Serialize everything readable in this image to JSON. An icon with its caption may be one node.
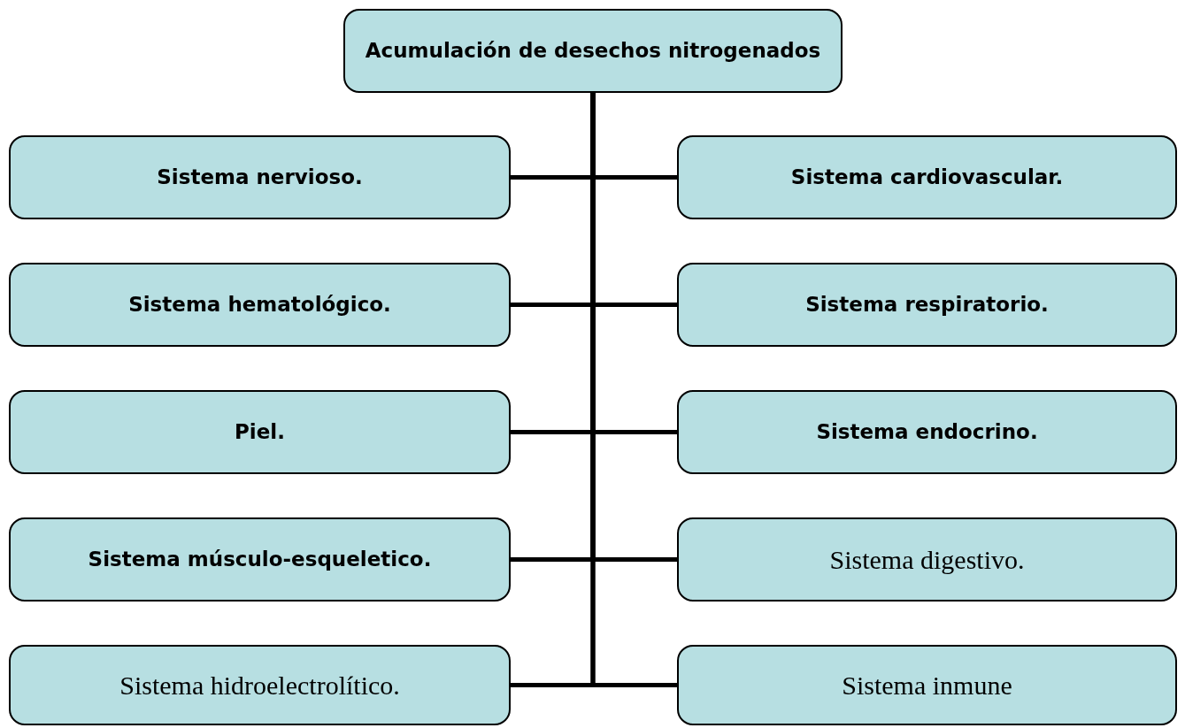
{
  "diagram": {
    "nodes": [
      {
        "text": [
          "Acumulación de desechos nitrogenados"
        ]
      },
      {
        "text": [
          "Sistema nervioso."
        ]
      },
      {
        "text": [
          "Sistema cardiovascular."
        ]
      },
      {
        "text": [
          "Sistema hematológico."
        ]
      },
      {
        "text": [
          "Sistema respiratorio."
        ]
      },
      {
        "text": [
          "Piel."
        ]
      },
      {
        "text": [
          "Sistema endocrino."
        ]
      },
      {
        "text": [
          "Sistema músculo-esqueletico."
        ]
      },
      {
        "text": [
          "Sistema digestivo."
        ]
      },
      {
        "text": [
          "Sistema hidroelectrolítico."
        ]
      },
      {
        "text": [
          "Sistema inmune"
        ]
      }
    ],
    "edges": [
      {
        "from": 0,
        "to": 1,
        "arrow": "none"
      },
      {
        "from": 0,
        "to": 2,
        "arrow": "none"
      },
      {
        "from": 0,
        "to": 3,
        "arrow": "none"
      },
      {
        "from": 0,
        "to": 4,
        "arrow": "none"
      },
      {
        "from": 0,
        "to": 5,
        "arrow": "none"
      },
      {
        "from": 0,
        "to": 6,
        "arrow": "none"
      },
      {
        "from": 0,
        "to": 7,
        "arrow": "none"
      },
      {
        "from": 0,
        "to": 8,
        "arrow": "none"
      },
      {
        "from": 0,
        "to": 9,
        "arrow": "none"
      },
      {
        "from": 0,
        "to": 10,
        "arrow": "none"
      }
    ]
  }
}
